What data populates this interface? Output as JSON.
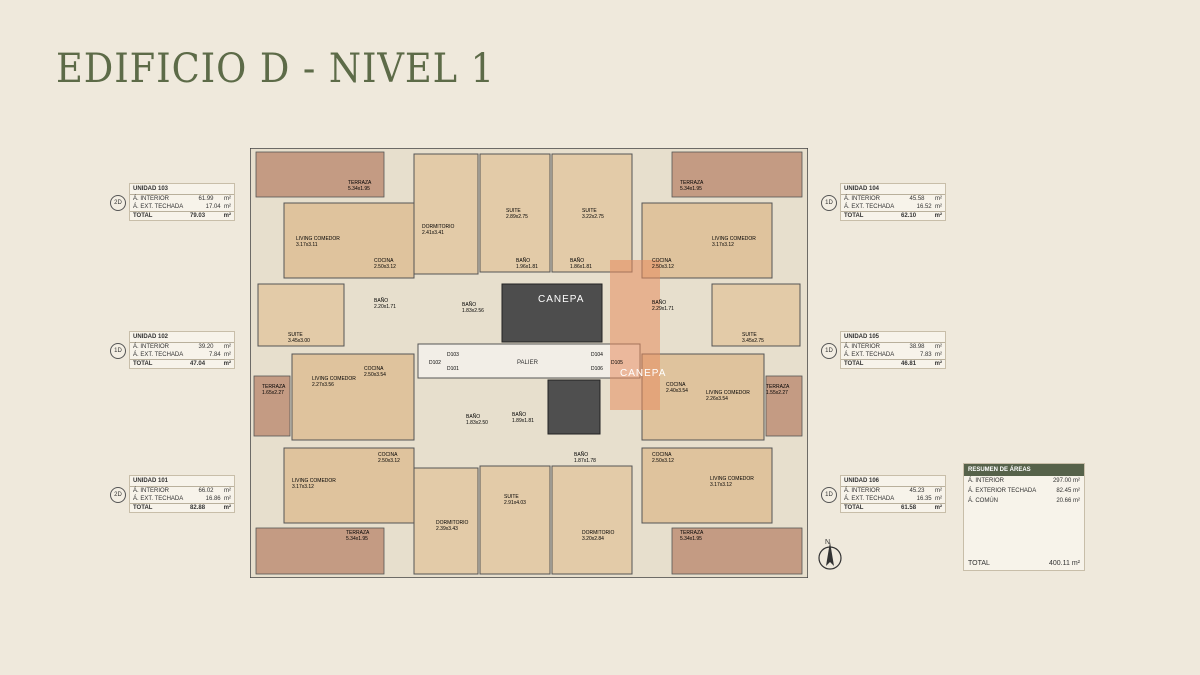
{
  "title": "EDIFICIO D - NIVEL 1",
  "units": [
    {
      "id": "u103",
      "name": "UNIDAD 103",
      "badge": "2D",
      "interior": "61.99",
      "ext": "17.04",
      "total": "79.03",
      "unit": "m²"
    },
    {
      "id": "u102",
      "name": "UNIDAD 102",
      "badge": "1D",
      "interior": "39.20",
      "ext": "7.84",
      "total": "47.04",
      "unit": "m²"
    },
    {
      "id": "u101",
      "name": "UNIDAD 101",
      "badge": "2D",
      "interior": "66.02",
      "ext": "16.86",
      "total": "82.88",
      "unit": "m²"
    },
    {
      "id": "u104",
      "name": "UNIDAD 104",
      "badge": "1D",
      "interior": "45.58",
      "ext": "16.52",
      "total": "62.10",
      "unit": "m²"
    },
    {
      "id": "u105",
      "name": "UNIDAD 105",
      "badge": "1D",
      "interior": "38.98",
      "ext": "7.83",
      "total": "46.81",
      "unit": "m²"
    },
    {
      "id": "u106",
      "name": "UNIDAD 106",
      "badge": "1D",
      "interior": "45.23",
      "ext": "16.35",
      "total": "61.58",
      "unit": "m²"
    }
  ],
  "labels": {
    "interior": "Á. INTERIOR",
    "ext": "Á. EXT. TECHADA",
    "total": "TOTAL"
  },
  "summary": {
    "title": "RESUMEN DE ÁREAS",
    "rows": [
      {
        "label": "Á. INTERIOR",
        "value": "297.00",
        "unit": "m²"
      },
      {
        "label": "Á. EXTERIOR TECHADA",
        "value": "82.45",
        "unit": "m²"
      },
      {
        "label": "Á. COMÚN",
        "value": "20.66",
        "unit": "m²"
      }
    ],
    "total_label": "TOTAL",
    "total_value": "400.11",
    "total_unit": "m²"
  },
  "plan": {
    "brand": "CANEPA",
    "palier": "PALIER",
    "doors": [
      "D103",
      "D102",
      "D101",
      "D104",
      "D105",
      "D106"
    ],
    "rooms": [
      {
        "name": "TERRAZA",
        "dim": "5.34x1.95"
      },
      {
        "name": "TERRAZA",
        "dim": "5.34x1.95"
      },
      {
        "name": "LIVING COMEDOR",
        "dim": "3.17x3.11"
      },
      {
        "name": "DORMITORIO",
        "dim": "2.41x3.41"
      },
      {
        "name": "SUITE",
        "dim": "2.89x2.75"
      },
      {
        "name": "SUITE",
        "dim": "3.22x2.75"
      },
      {
        "name": "LIVING COMEDOR",
        "dim": "3.17x3.12"
      },
      {
        "name": "COCINA",
        "dim": "2.50x3.12"
      },
      {
        "name": "COCINA",
        "dim": "2.50x3.12"
      },
      {
        "name": "BAÑO",
        "dim": "1.96x1.81"
      },
      {
        "name": "BAÑO",
        "dim": "1.86x1.81"
      },
      {
        "name": "BAÑO",
        "dim": "2.20x1.71"
      },
      {
        "name": "BAÑO",
        "dim": "1.83x2.56"
      },
      {
        "name": "BAÑO",
        "dim": "2.29x1.71"
      },
      {
        "name": "SUITE",
        "dim": "3.45x3.00"
      },
      {
        "name": "SUITE",
        "dim": "3.45x2.75"
      },
      {
        "name": "LIVING COMEDOR",
        "dim": "2.27x3.56"
      },
      {
        "name": "COCINA",
        "dim": "2.50x3.54"
      },
      {
        "name": "TERRAZA",
        "dim": "1.65x2.27"
      },
      {
        "name": "COCINA",
        "dim": "2.40x3.54"
      },
      {
        "name": "LIVING COMEDOR",
        "dim": "2.26x3.54"
      },
      {
        "name": "TERRAZA",
        "dim": "1.55x2.27"
      },
      {
        "name": "BAÑO",
        "dim": "1.83x2.50"
      },
      {
        "name": "BAÑO",
        "dim": "1.89x1.81"
      },
      {
        "name": "BAÑO",
        "dim": "1.87x1.78"
      },
      {
        "name": "COCINA",
        "dim": "2.50x3.12"
      },
      {
        "name": "COCINA",
        "dim": "2.50x3.12"
      },
      {
        "name": "LIVING COMEDOR",
        "dim": "3.17x3.12"
      },
      {
        "name": "LIVING COMEDOR",
        "dim": "3.17x3.12"
      },
      {
        "name": "SUITE",
        "dim": "2.91x4.03"
      },
      {
        "name": "DORMITORIO",
        "dim": "2.39x3.43"
      },
      {
        "name": "DORMITORIO",
        "dim": "3.20x2.84"
      },
      {
        "name": "TERRAZA",
        "dim": "5.34x1.95"
      },
      {
        "name": "TERRAZA",
        "dim": "5.34x1.95"
      }
    ]
  }
}
